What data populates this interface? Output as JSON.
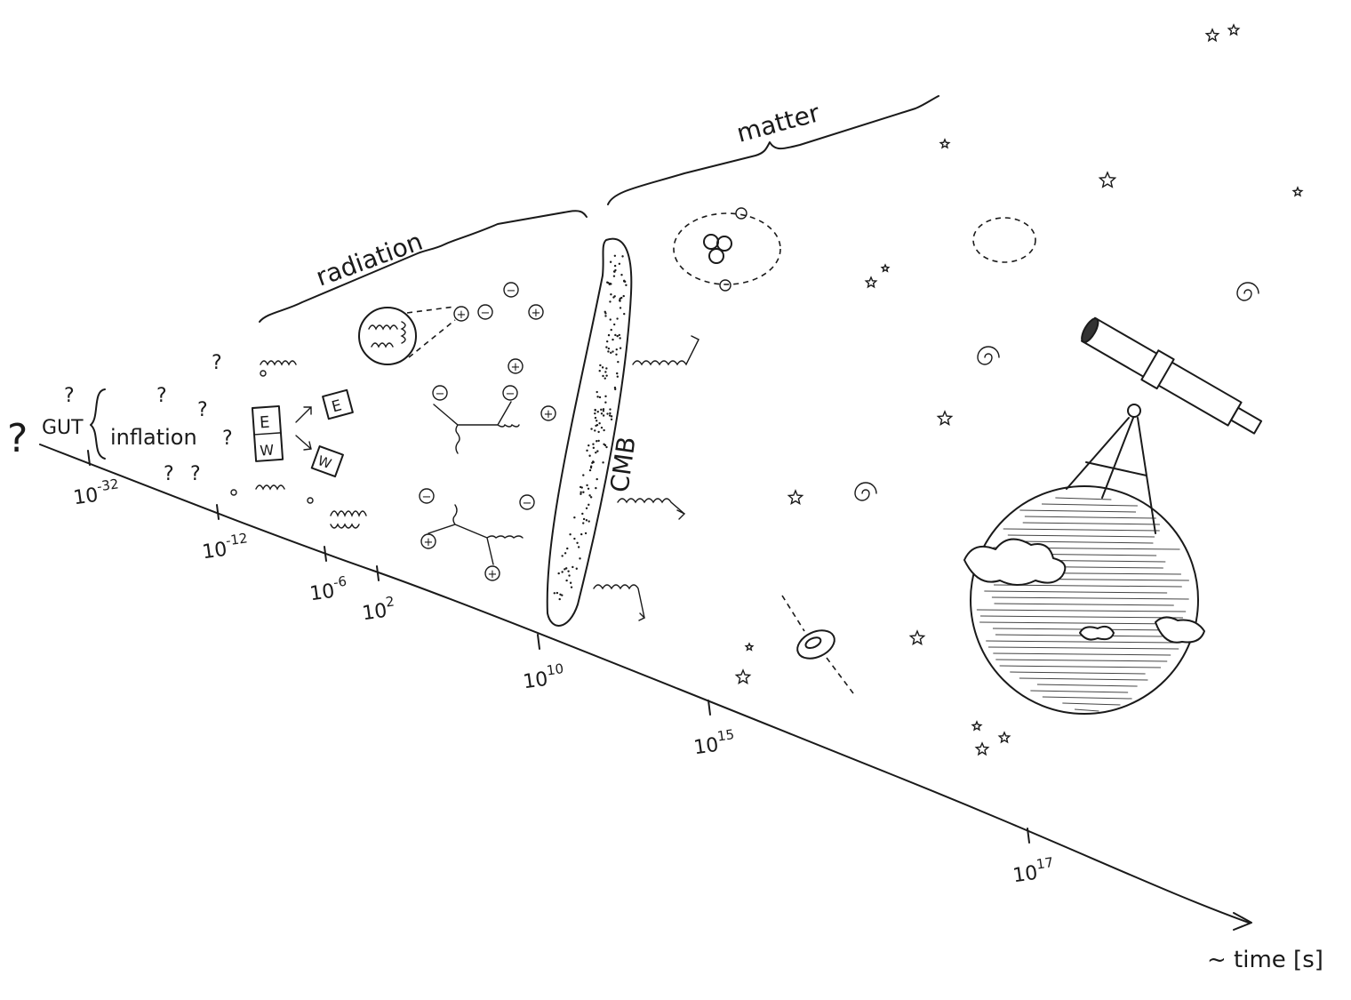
{
  "eras": {
    "radiation": "radiation",
    "matter": "matter",
    "cmb": "CMB",
    "gut": "GUT",
    "inflation": "inflation",
    "unknown": "?"
  },
  "electroweak": {
    "combined_top": "E",
    "combined_bottom": "W",
    "split_e": "E",
    "split_w": "W"
  },
  "particles": {
    "plus": "+",
    "minus": "−"
  },
  "axis": {
    "label": "~ time [s]",
    "ticks": [
      {
        "base": "10",
        "exp": "-32"
      },
      {
        "base": "10",
        "exp": "-12"
      },
      {
        "base": "10",
        "exp": "-6"
      },
      {
        "base": "10",
        "exp": "2"
      },
      {
        "base": "10",
        "exp": "10"
      },
      {
        "base": "10",
        "exp": "15"
      },
      {
        "base": "10",
        "exp": "17"
      }
    ]
  }
}
